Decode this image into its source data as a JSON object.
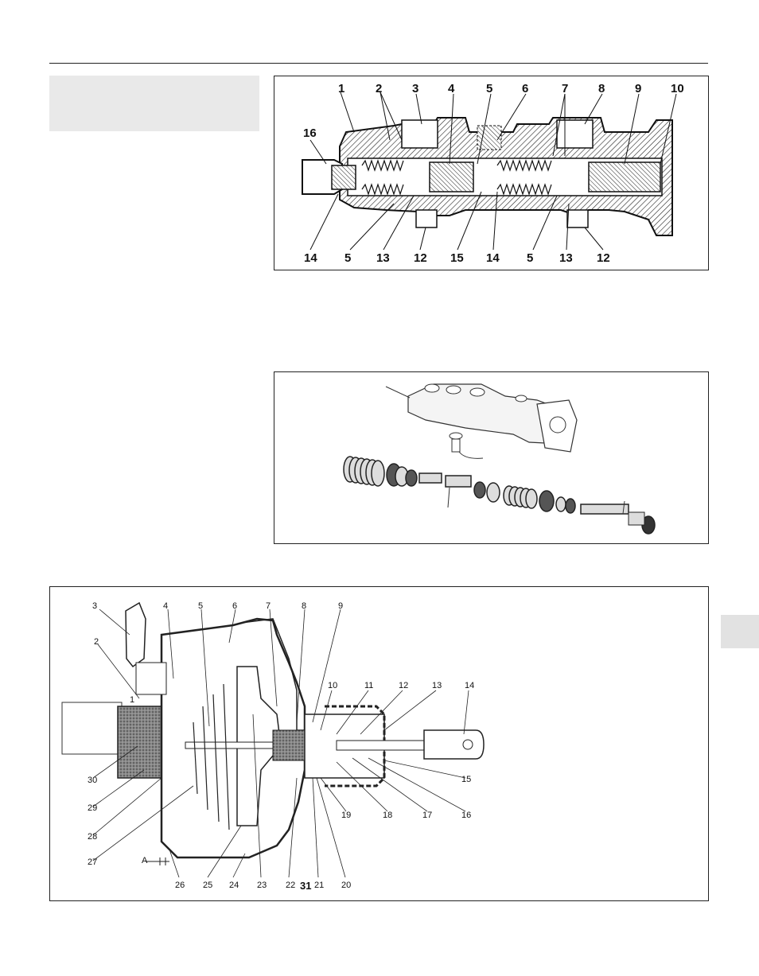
{
  "figure1": {
    "top_labels": [
      "1",
      "2",
      "3",
      "4",
      "5",
      "6",
      "7",
      "8",
      "9",
      "10"
    ],
    "side_label": "16",
    "bottom_labels": [
      "14",
      "5",
      "13",
      "12",
      "15",
      "14",
      "5",
      "13",
      "12"
    ]
  },
  "figure2": {},
  "figure3": {
    "callouts": [
      "1",
      "2",
      "3",
      "4",
      "5",
      "6",
      "7",
      "8",
      "9",
      "10",
      "11",
      "12",
      "13",
      "14",
      "15",
      "16",
      "17",
      "18",
      "19",
      "20",
      "21",
      "22",
      "23",
      "24",
      "25",
      "26",
      "27",
      "28",
      "29",
      "30",
      "31",
      "A"
    ]
  }
}
